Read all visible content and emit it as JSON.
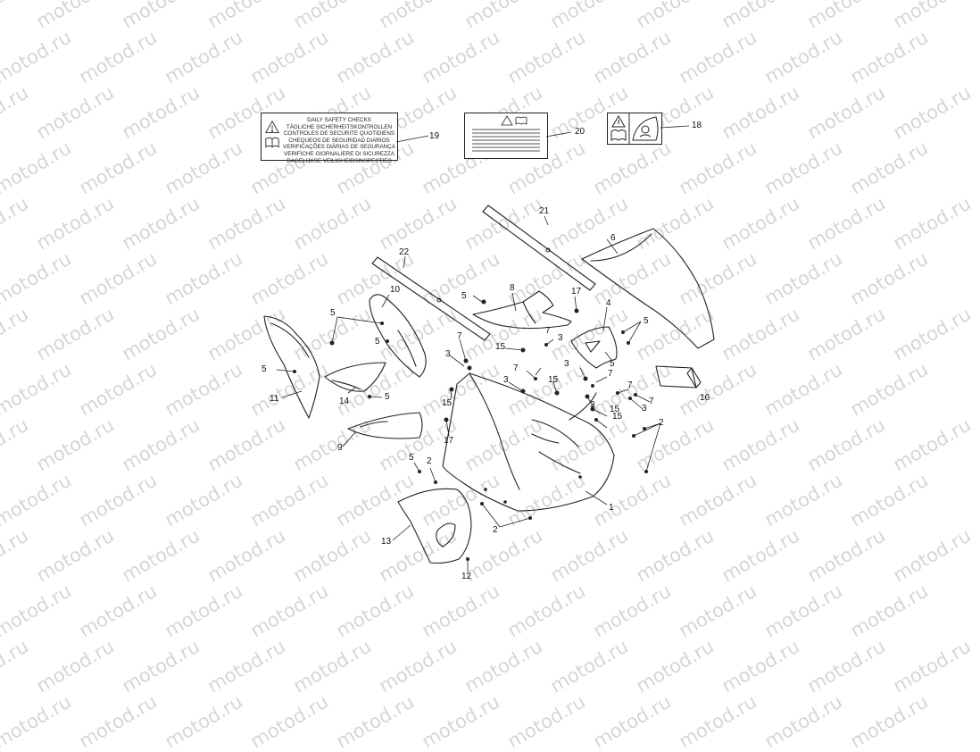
{
  "watermark": "motod.ru",
  "decal_19": {
    "lines": [
      "DAILY SAFETY CHECKS",
      "TÄGLICHE SICHERHEITSKONTROLLEN",
      "CONTROLES DE SECURITE QUOTIDIENS",
      "CHEQUEOS DE SEGURIDAD DIARIOS",
      "VERIFICAÇÕES DIÁRIAS DE SEGURANÇA",
      "VERIFICHE GIORNALIERE DI SICUREZZA",
      "DAGELIJKSE VEILIGHEIDSINSPECTIES"
    ]
  },
  "callouts": [
    {
      "id": "c19",
      "text": "19"
    },
    {
      "id": "c20",
      "text": "20"
    },
    {
      "id": "c18",
      "text": "18"
    },
    {
      "id": "c21",
      "text": "21"
    },
    {
      "id": "c22",
      "text": "22"
    },
    {
      "id": "c6",
      "text": "6"
    },
    {
      "id": "c10",
      "text": "10"
    },
    {
      "id": "c8",
      "text": "8"
    },
    {
      "id": "c17a",
      "text": "17"
    },
    {
      "id": "c5a",
      "text": "5"
    },
    {
      "id": "c5b",
      "text": "5"
    },
    {
      "id": "c5c",
      "text": "5"
    },
    {
      "id": "c4",
      "text": "4"
    },
    {
      "id": "c5d",
      "text": "5"
    },
    {
      "id": "c5e",
      "text": "5"
    },
    {
      "id": "c7a",
      "text": "7"
    },
    {
      "id": "c7b",
      "text": "7"
    },
    {
      "id": "c3a",
      "text": "3"
    },
    {
      "id": "c15a",
      "text": "15"
    },
    {
      "id": "c3b",
      "text": "3"
    },
    {
      "id": "c3c",
      "text": "3"
    },
    {
      "id": "c7c",
      "text": "7"
    },
    {
      "id": "c3d",
      "text": "3"
    },
    {
      "id": "c15b",
      "text": "15"
    },
    {
      "id": "c7d",
      "text": "7"
    },
    {
      "id": "c5f",
      "text": "5"
    },
    {
      "id": "c11",
      "text": "11"
    },
    {
      "id": "c14",
      "text": "14"
    },
    {
      "id": "c5g",
      "text": "5"
    },
    {
      "id": "c15c",
      "text": "15"
    },
    {
      "id": "c3e",
      "text": "3"
    },
    {
      "id": "c7e",
      "text": "7"
    },
    {
      "id": "c16",
      "text": "16"
    },
    {
      "id": "c7f",
      "text": "7"
    },
    {
      "id": "c15d",
      "text": "15"
    },
    {
      "id": "c3f",
      "text": "3"
    },
    {
      "id": "c15e",
      "text": "15"
    },
    {
      "id": "c9",
      "text": "9"
    },
    {
      "id": "c17b",
      "text": "17"
    },
    {
      "id": "c2a",
      "text": "2"
    },
    {
      "id": "c5h",
      "text": "5"
    },
    {
      "id": "c2b",
      "text": "2"
    },
    {
      "id": "c1",
      "text": "1"
    },
    {
      "id": "c13",
      "text": "13"
    },
    {
      "id": "c2c",
      "text": "2"
    },
    {
      "id": "c12",
      "text": "12"
    }
  ]
}
